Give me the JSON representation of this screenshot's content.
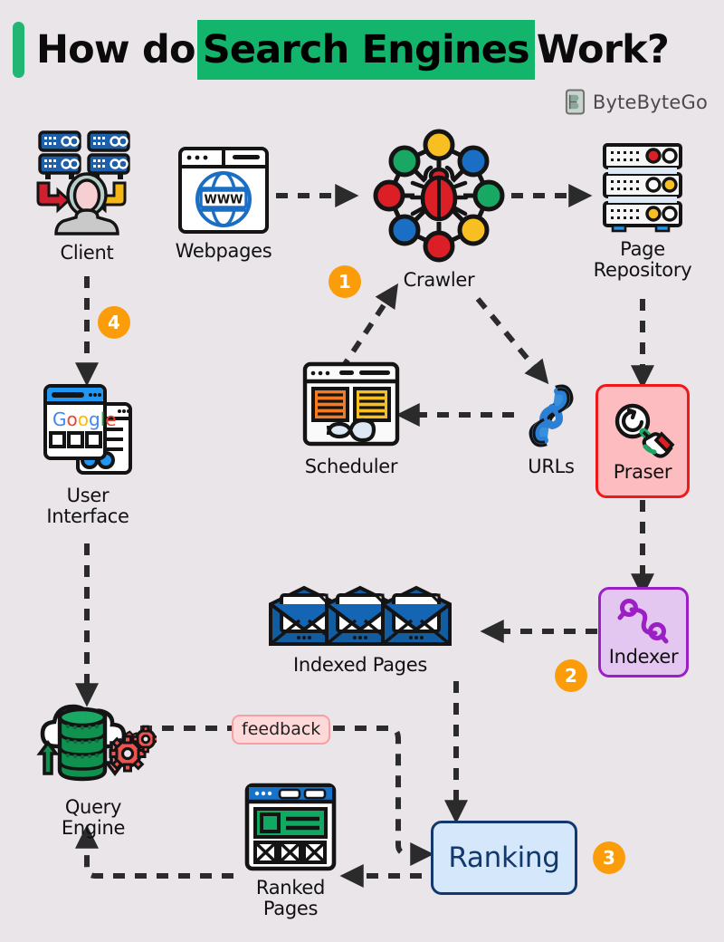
{
  "header": {
    "title_prefix": "How do ",
    "title_highlight": "Search Engines",
    "title_suffix": " Work?",
    "accent_color": "#22b573",
    "highlight_color": "#13b46b",
    "brand_name": "ByteByteGo",
    "brand_icon": "bytebytego-logo-icon"
  },
  "colors": {
    "background": "#eae5e9",
    "badge": "#fb9d0b",
    "praser_border": "#f01818",
    "praser_fill": "#fcbcc0",
    "indexer_border": "#9b1fc4",
    "indexer_fill": "#e3c7f0",
    "ranking_border": "#12386e",
    "ranking_fill": "#d5e8fb",
    "feedback_border": "#f4a0a4",
    "feedback_fill": "#fdd9da",
    "arrow": "#2b2b2b"
  },
  "nodes": {
    "client": {
      "label": "Client",
      "icon": "client-servers-user-icon"
    },
    "webpages": {
      "label": "Webpages",
      "icon": "browser-www-globe-icon"
    },
    "crawler": {
      "label": "Crawler",
      "icon": "crawler-network-bug-icon"
    },
    "page_repository": {
      "label": "Page\nRepository",
      "label_line1": "Page",
      "label_line2": "Repository",
      "icon": "server-rack-icon"
    },
    "scheduler": {
      "label": "Scheduler",
      "icon": "scheduler-window-infinity-icon"
    },
    "urls": {
      "label": "URLs",
      "icon": "chain-link-icon"
    },
    "praser": {
      "label": "Praser",
      "icon": "parser-magnifier-hand-icon"
    },
    "user_interface": {
      "label_line1": "User",
      "label_line2": "Interface",
      "icon": "google-search-ui-icon",
      "brand_text": "Google"
    },
    "indexed_pages": {
      "label": "Indexed Pages",
      "icon": "envelope-mail-icon",
      "count": 3
    },
    "indexer": {
      "label": "Indexer",
      "icon": "indexer-path-magnifier-icon"
    },
    "query_engine": {
      "label_line1": "Query",
      "label_line2": "Engine",
      "icon": "cloud-database-gears-icon"
    },
    "ranked_pages": {
      "label_line1": "Ranked",
      "label_line2": "Pages",
      "icon": "ranked-page-layout-icon"
    },
    "ranking": {
      "label": "Ranking",
      "icon": "ranking-box"
    },
    "feedback": {
      "label": "feedback"
    }
  },
  "badges": [
    {
      "number": "1",
      "attached_to": "crawler"
    },
    {
      "number": "2",
      "attached_to": "indexer"
    },
    {
      "number": "3",
      "attached_to": "ranking"
    },
    {
      "number": "4",
      "attached_to": "client-to-user-interface-flow"
    }
  ],
  "flows": [
    {
      "from": "webpages",
      "to": "crawler"
    },
    {
      "from": "crawler",
      "to": "page_repository"
    },
    {
      "from": "crawler",
      "to": "urls"
    },
    {
      "from": "urls",
      "to": "scheduler"
    },
    {
      "from": "scheduler",
      "to": "crawler"
    },
    {
      "from": "page_repository",
      "to": "praser"
    },
    {
      "from": "praser",
      "to": "indexer"
    },
    {
      "from": "indexer",
      "to": "indexed_pages"
    },
    {
      "from": "indexed_pages",
      "to": "ranking"
    },
    {
      "from": "client",
      "to": "user_interface"
    },
    {
      "from": "user_interface",
      "to": "query_engine"
    },
    {
      "from": "query_engine",
      "to": "ranking",
      "label": "feedback"
    },
    {
      "from": "ranking",
      "to": "ranked_pages"
    },
    {
      "from": "ranked_pages",
      "to": "query_engine"
    }
  ]
}
